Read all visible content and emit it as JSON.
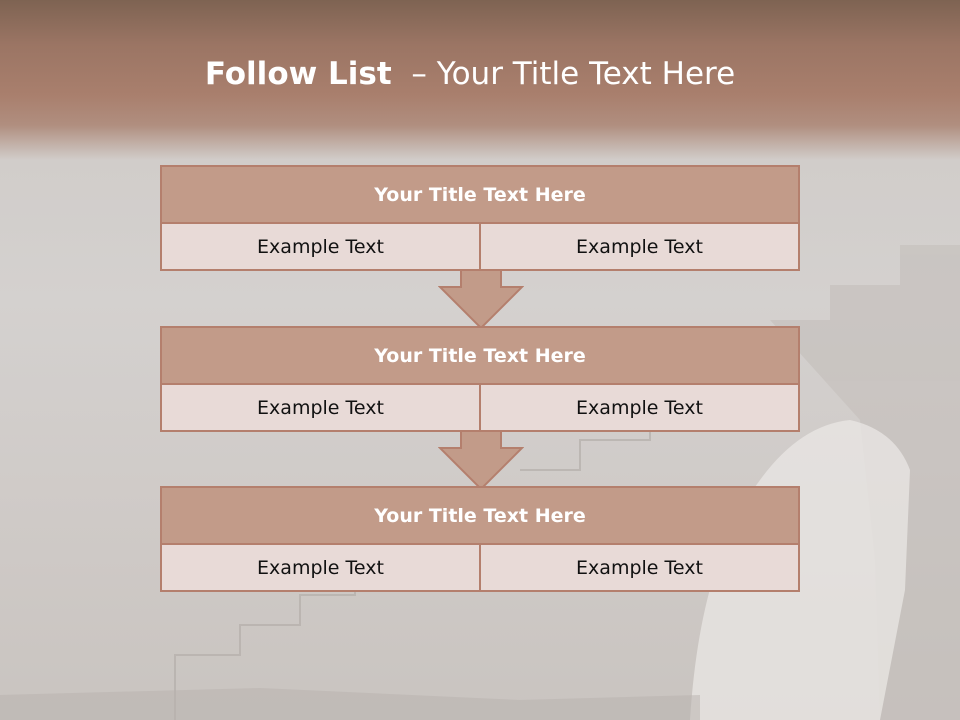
{
  "title": {
    "bold": "Follow List",
    "rest": "  – Your Title Text Here"
  },
  "tables": [
    {
      "header": "Your Title Text Here",
      "cells": [
        "Example Text",
        "Example Text"
      ]
    },
    {
      "header": "Your Title Text Here",
      "cells": [
        "Example Text",
        "Example Text"
      ]
    },
    {
      "header": "Your Title Text Here",
      "cells": [
        "Example Text",
        "Example Text"
      ]
    }
  ],
  "colors": {
    "accent": "#b47f6d",
    "header_fill": "#c29b89",
    "cell_fill": "#e8dad7",
    "top_band": "#a97f6d"
  },
  "background": {
    "icon": "stone-staircase-arch-illustration"
  }
}
